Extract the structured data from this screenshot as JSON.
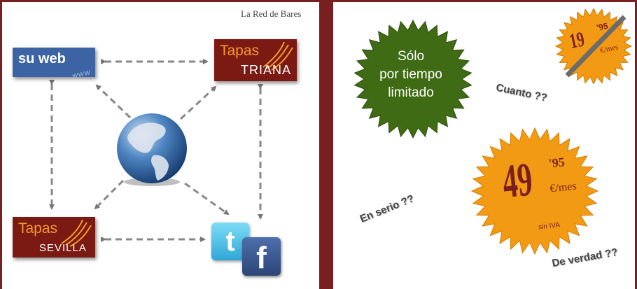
{
  "left_panel": {
    "tagline": "La Red de Bares",
    "su_web": {
      "main": "su web",
      "sub": "www"
    },
    "tapas_triana": {
      "top": "Tapas",
      "bottom": "TRIANA"
    },
    "tapas_sevilla": {
      "top": "Tapas",
      "bottom": "SEVILLA"
    },
    "social": {
      "twitter_glyph": "t",
      "facebook_glyph": "f"
    },
    "icons": [
      "globe-icon",
      "twitter-icon",
      "facebook-icon"
    ]
  },
  "right_panel": {
    "green_badge": {
      "line1": "Sólo",
      "line2": "por tiempo",
      "line3": "limitado"
    },
    "old_price": {
      "amount": "19",
      "cents": "'95",
      "unit": "€/mes"
    },
    "new_price": {
      "amount": "49",
      "cents": "'95",
      "unit": "€/mes",
      "note": "sin IVA"
    },
    "questions": [
      "Cuanto ??",
      "En serio ??",
      "De verdad ??"
    ]
  },
  "colors": {
    "border": "#7a1f1f",
    "badge_green": "#3f6b14",
    "badge_orange": "#f39a14",
    "web_blue": "#3c64a4",
    "tapas_red": "#7a1a12",
    "tapas_orange": "#f59a2c"
  }
}
